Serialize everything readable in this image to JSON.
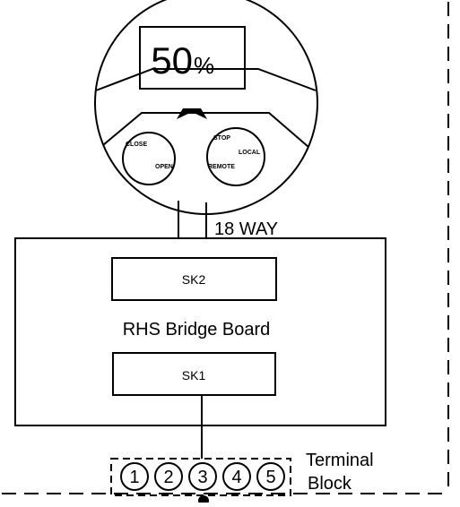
{
  "display": {
    "value": "50",
    "unit": "%"
  },
  "switches": {
    "left": {
      "top_label": "CLOSE",
      "bottom_label": "OPEN"
    },
    "right": {
      "top_label": "STOP",
      "middle_label": "LOCAL",
      "bottom_label": "REMOTE"
    }
  },
  "cable_label": "18 WAY",
  "board": {
    "title": "RHS Bridge Board",
    "connector_top": "SK2",
    "connector_bottom": "SK1"
  },
  "terminal_block": {
    "label_line1": "Terminal",
    "label_line2": "Block",
    "terminals": [
      "1",
      "2",
      "3",
      "4",
      "5"
    ]
  }
}
